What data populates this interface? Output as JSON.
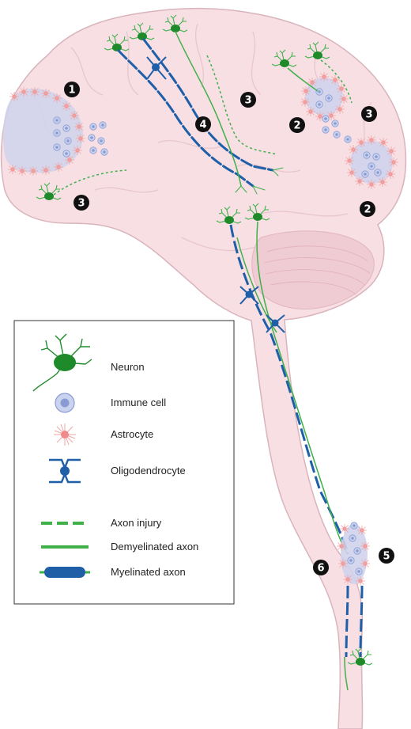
{
  "colors": {
    "brain_fill": "#f7dfe4",
    "brain_stroke": "#d9b4bd",
    "neuron": "#1f8a2a",
    "neuron_light": "#3fb04a",
    "myelin": "#1f5fa8",
    "immune_fill": "#c9d3ee",
    "immune_stroke": "#8a9bd4",
    "astrocyte": "#f08a8a",
    "lesion_fill": "#cfd3ec",
    "marker": "#111111"
  },
  "markers": [
    {
      "label": "1"
    },
    {
      "label": "2"
    },
    {
      "label": "2"
    },
    {
      "label": "3"
    },
    {
      "label": "3"
    },
    {
      "label": "3"
    },
    {
      "label": "4"
    },
    {
      "label": "5"
    },
    {
      "label": "6"
    }
  ],
  "legend": {
    "items": [
      {
        "icon": "neuron-icon",
        "label": "Neuron"
      },
      {
        "icon": "immune-cell-icon",
        "label": "Immune cell"
      },
      {
        "icon": "astrocyte-icon",
        "label": "Astrocyte"
      },
      {
        "icon": "oligodendrocyte-icon",
        "label": "Oligodendrocyte"
      },
      {
        "icon": "axon-injury-icon",
        "label": "Axon injury"
      },
      {
        "icon": "demyelinated-axon-icon",
        "label": "Demyelinated axon"
      },
      {
        "icon": "myelinated-axon-icon",
        "label": "Myelinated axon"
      }
    ]
  }
}
